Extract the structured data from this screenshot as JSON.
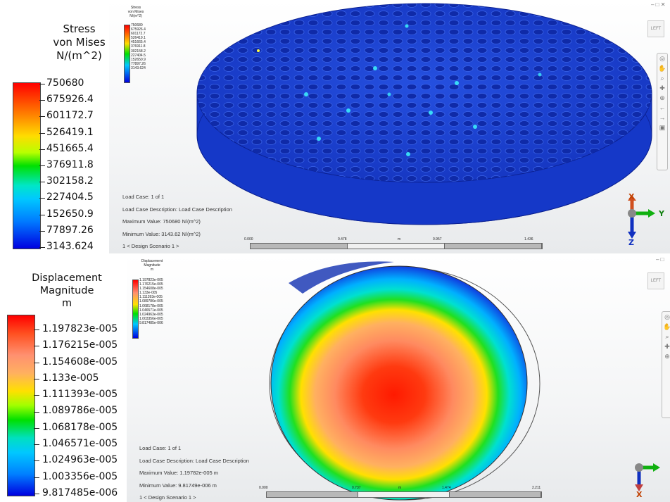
{
  "top_view": {
    "legend": {
      "title_line1": "Stress",
      "title_line2": "von Mises",
      "unit": "N/(m^2)",
      "values": [
        "750680",
        "675926.4",
        "601172.7",
        "526419.1",
        "451665.4",
        "376911.8",
        "302158.2",
        "227404.5",
        "152650.9",
        "77897.26",
        "3143.624"
      ]
    },
    "mini_legend": {
      "title_line1": "Stress",
      "title_line2": "von Mises",
      "unit": "N/(m^2)",
      "values": [
        "750680",
        "675926.4",
        "601172.7",
        "526419.1",
        "451665.4",
        "376911.8",
        "302158.2",
        "227404.5",
        "152650.9",
        "77897.26",
        "3143.624"
      ]
    },
    "info": {
      "load_case": "Load Case:  1 of 1",
      "load_case_description": "Load Case Description:  Load Case Description",
      "maximum_value": "Maximum Value: 750680 N/(m^2)",
      "minimum_value": "Minimum Value: 3143.62 N/(m^2)",
      "design_scenario": "1 < Design Scenario 1 >"
    },
    "scale": {
      "labels": [
        "0.000",
        "0.478",
        "m",
        "0.957",
        "1.436"
      ]
    },
    "viewcube_label": "LEFT",
    "triad": {
      "x": "X",
      "y": "Y",
      "z": "Z"
    },
    "window_controls": "– □ ✕"
  },
  "bottom_view": {
    "legend": {
      "title_line1": "Displacement",
      "title_line2": "Magnitude",
      "unit": "m",
      "values": [
        "1.197823e-005",
        "1.176215e-005",
        "1.154608e-005",
        "1.133e-005",
        "1.111393e-005",
        "1.089786e-005",
        "1.068178e-005",
        "1.046571e-005",
        "1.024963e-005",
        "1.003356e-005",
        "9.817485e-006"
      ]
    },
    "mini_legend": {
      "title_line1": "Displacement",
      "title_line2": "Magnitude",
      "unit": "m",
      "values": [
        "1.197823e-005",
        "1.176215e-005",
        "1.154608e-005",
        "1.133e-005",
        "1.111393e-005",
        "1.089786e-005",
        "1.068178e-005",
        "1.046571e-005",
        "1.024963e-005",
        "1.003356e-005",
        "9.817485e-006"
      ]
    },
    "info": {
      "load_case": "Load Case:  1 of 1",
      "load_case_description": "Load Case Description:  Load Case Description",
      "maximum_value": "Maximum Value: 1.19782e-005 m",
      "minimum_value": "Minimum Value: 9.81749e-006 m",
      "design_scenario": "1 < Design Scenario 1 >"
    },
    "scale": {
      "labels": [
        "0.000",
        "0.737",
        "m",
        "1.474",
        "2.211"
      ]
    },
    "viewcube_label": "LEFT",
    "triad": {
      "x": "X"
    },
    "window_controls": "– □"
  },
  "colors": {
    "red": "#ff0000",
    "orange": "#ff8000",
    "yellow": "#ffff00",
    "green": "#00e000",
    "cyan": "#00ffff",
    "blue": "#0000ff",
    "plate_blue": "#1a3fd0"
  }
}
